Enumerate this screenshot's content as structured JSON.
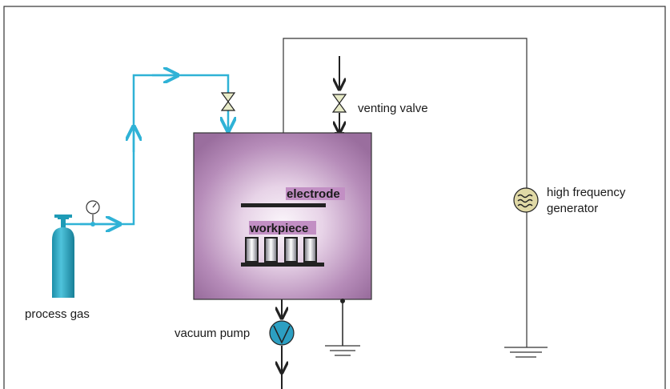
{
  "labels": {
    "process_gas": "process gas",
    "vacuum_pump": "vacuum pump",
    "venting_valve": "venting valve",
    "high_frequency_line1": "high frequency",
    "high_frequency_line2": "generator",
    "electrode": "electrode",
    "workpiece": "workpiece"
  },
  "colors": {
    "gas_line": "#2fb2d6",
    "cylinder": "#1e9bb6",
    "chamber": "#a47aa8",
    "chamber_glow": "#f6eef6",
    "label_highlight": "#c28fc4",
    "wire": "#3a3a3a",
    "valve": "#e8ebc8",
    "generator": "#e0d9a6",
    "pump": "#2c9fc2"
  },
  "icons": {
    "gas_cylinder": "gas-cylinder-icon",
    "pressure_gauge": "pressure-gauge-icon",
    "valve": "valve-icon",
    "pump": "vacuum-pump-icon",
    "generator": "hf-generator-icon",
    "ground": "ground-icon"
  }
}
